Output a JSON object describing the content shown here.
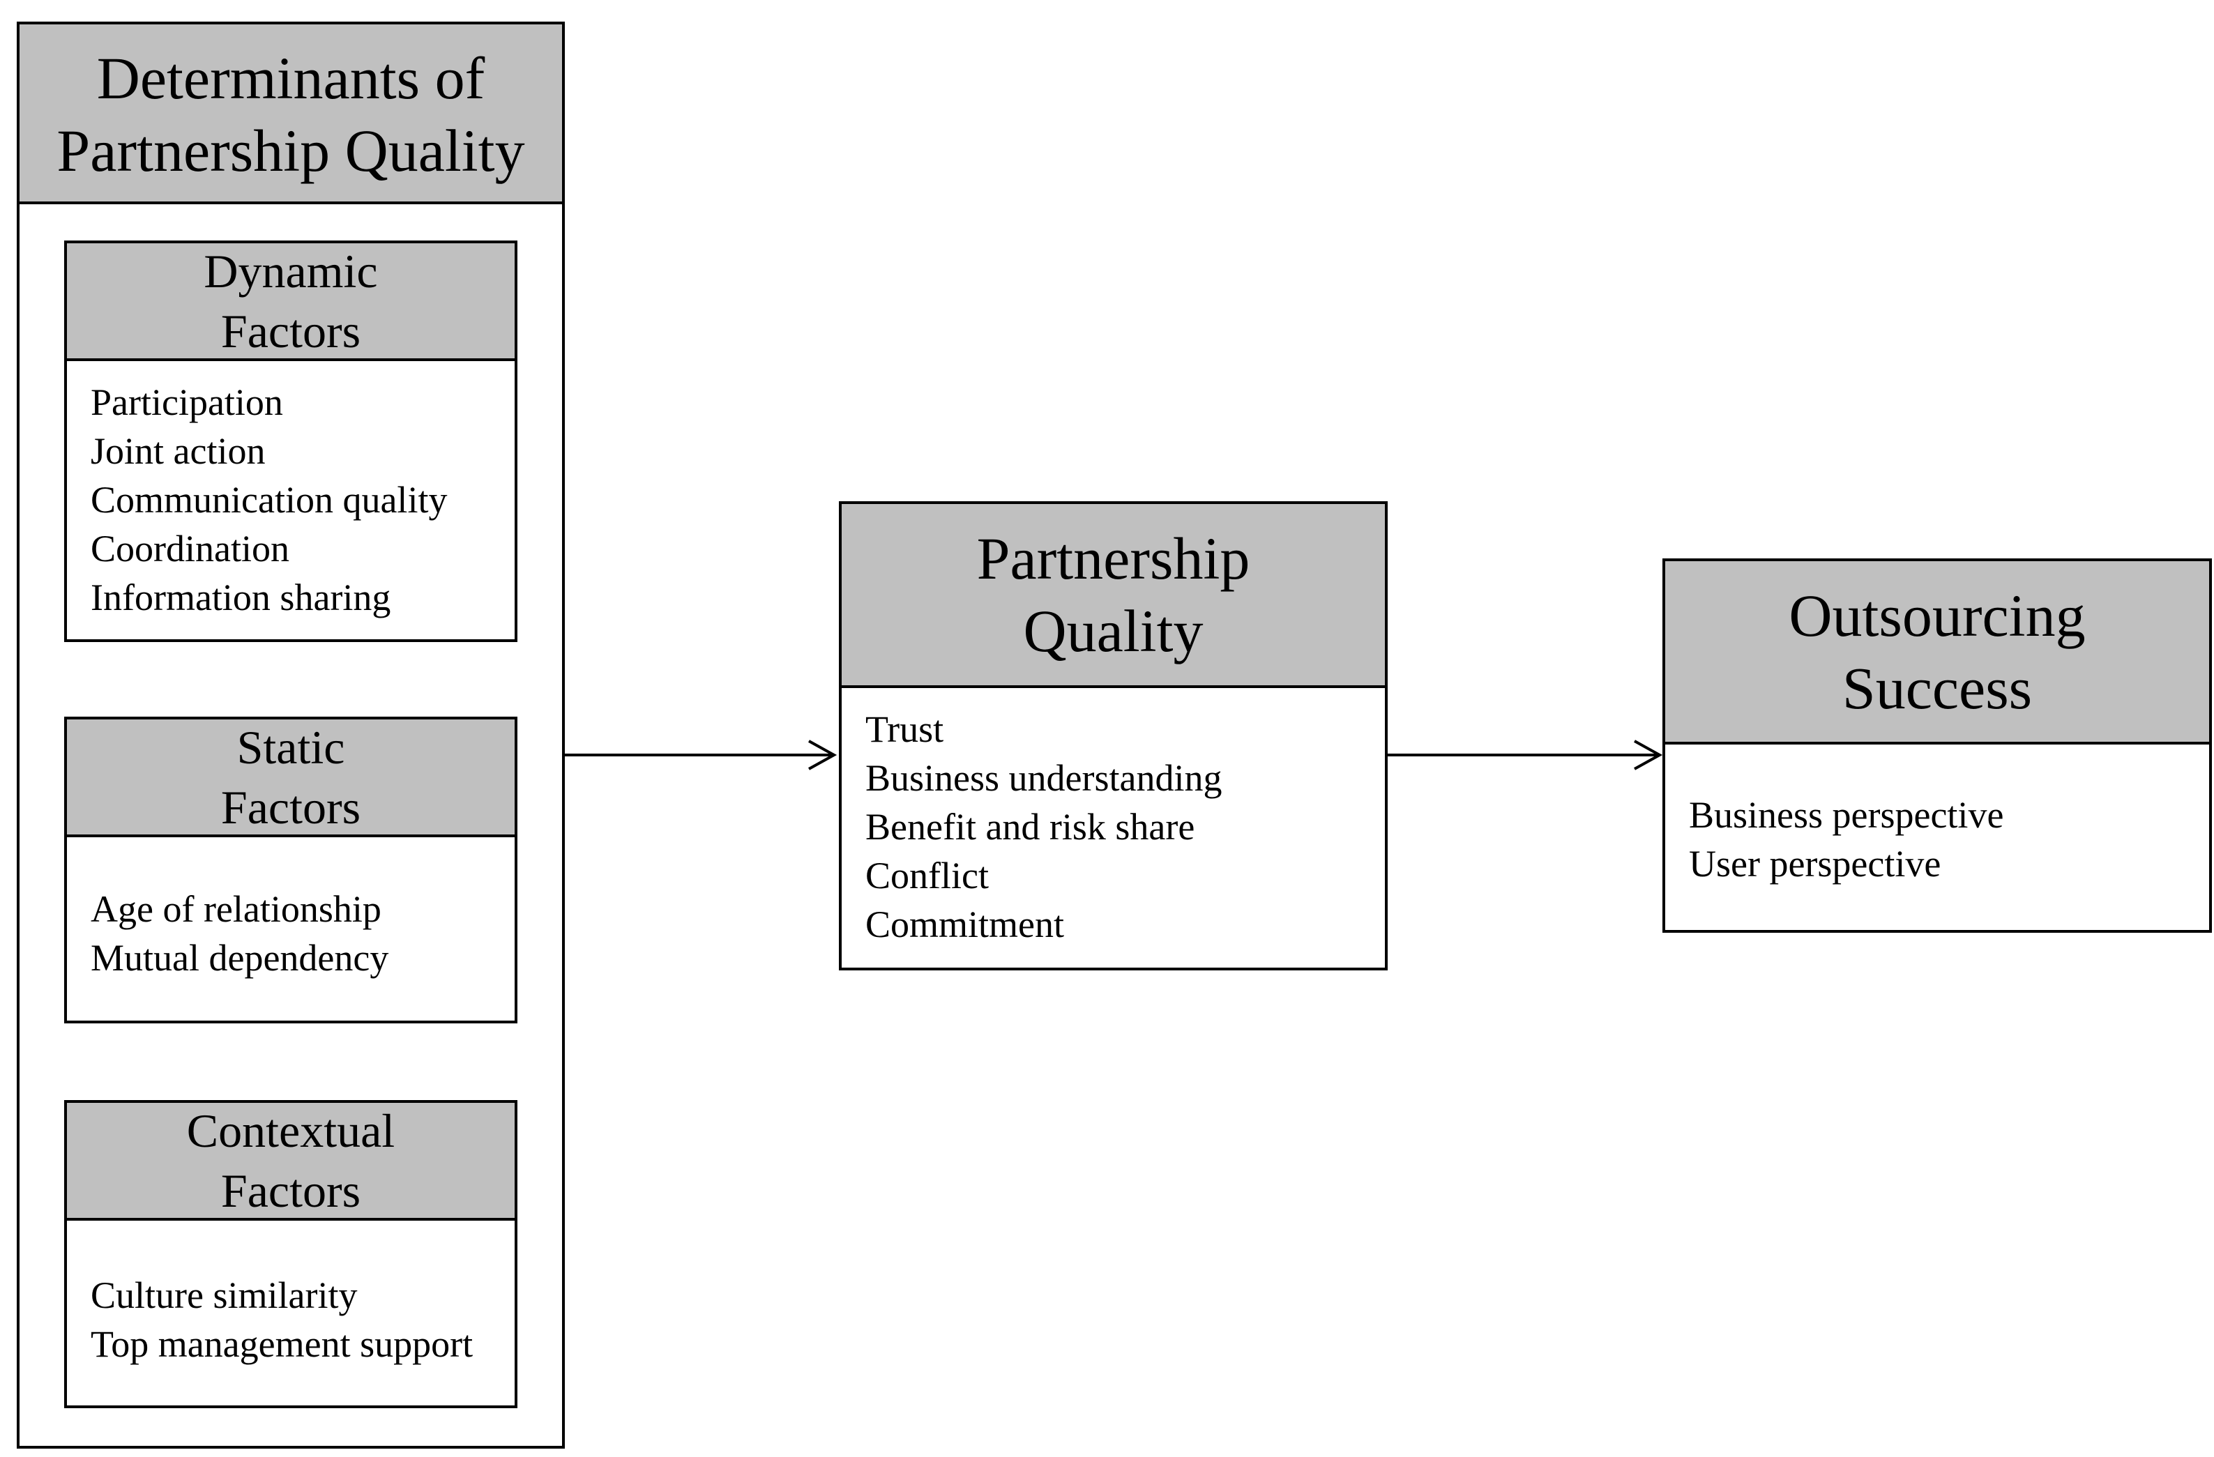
{
  "determinants": {
    "title_line1": "Determinants of",
    "title_line2": "Partnership Quality",
    "dynamic": {
      "title_line1": "Dynamic",
      "title_line2": "Factors",
      "items": [
        "Participation",
        "Joint action",
        "Communication quality",
        "Coordination",
        "Information sharing"
      ]
    },
    "static": {
      "title_line1": "Static",
      "title_line2": "Factors",
      "items": [
        "Age of relationship",
        "Mutual dependency"
      ]
    },
    "contextual": {
      "title_line1": "Contextual",
      "title_line2": "Factors",
      "items": [
        "Culture similarity",
        "Top management support"
      ]
    }
  },
  "partnership_quality": {
    "title_line1": "Partnership",
    "title_line2": "Quality",
    "items": [
      "Trust",
      "Business understanding",
      "Benefit and risk share",
      "Conflict",
      "Commitment"
    ]
  },
  "outsourcing_success": {
    "title_line1": "Outsourcing",
    "title_line2": "Success",
    "items": [
      "Business perspective",
      "User perspective"
    ]
  },
  "colors": {
    "header_fill": "#c0c0c0",
    "border": "#000000",
    "background": "#ffffff"
  }
}
